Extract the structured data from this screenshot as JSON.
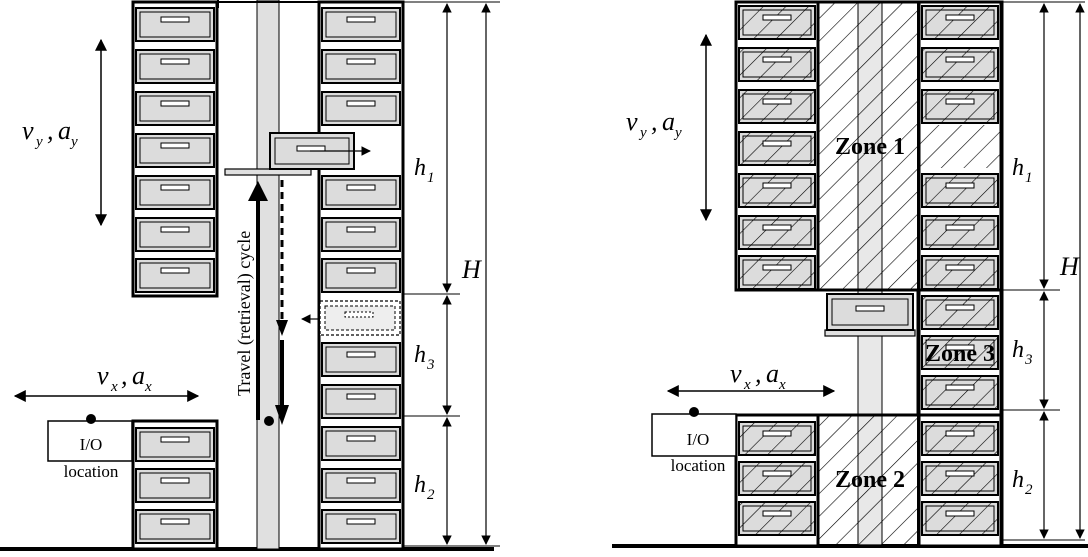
{
  "left": {
    "vy_label": "v",
    "vy_sub": "y",
    "ay_label": "a",
    "ay_sub": "y",
    "sep": ",",
    "vx_label": "v",
    "vx_sub": "x",
    "ax_label": "a",
    "ax_sub": "x",
    "io_line1": "I/O",
    "io_line2": "location",
    "cycle_label": "Travel (retrieval) cycle",
    "h1": "h",
    "h1_sub": "1",
    "h2": "h",
    "h2_sub": "2",
    "h3": "h",
    "h3_sub": "3",
    "H": "H"
  },
  "right": {
    "vy_label": "v",
    "vy_sub": "y",
    "ay_label": "a",
    "ay_sub": "y",
    "vx_label": "v",
    "vx_sub": "x",
    "ax_label": "a",
    "ax_sub": "x",
    "io_line1": "I/O",
    "io_line2": "location",
    "zone1": "Zone 1",
    "zone2": "Zone 2",
    "zone3": "Zone 3",
    "h1": "h",
    "h1_sub": "1",
    "h2": "h",
    "h2_sub": "2",
    "h3": "h",
    "h3_sub": "3",
    "H": "H"
  },
  "colors": {
    "tray_fill": "#dcdcdc",
    "mast_fill": "#e0e0e0",
    "stroke": "#000000"
  }
}
